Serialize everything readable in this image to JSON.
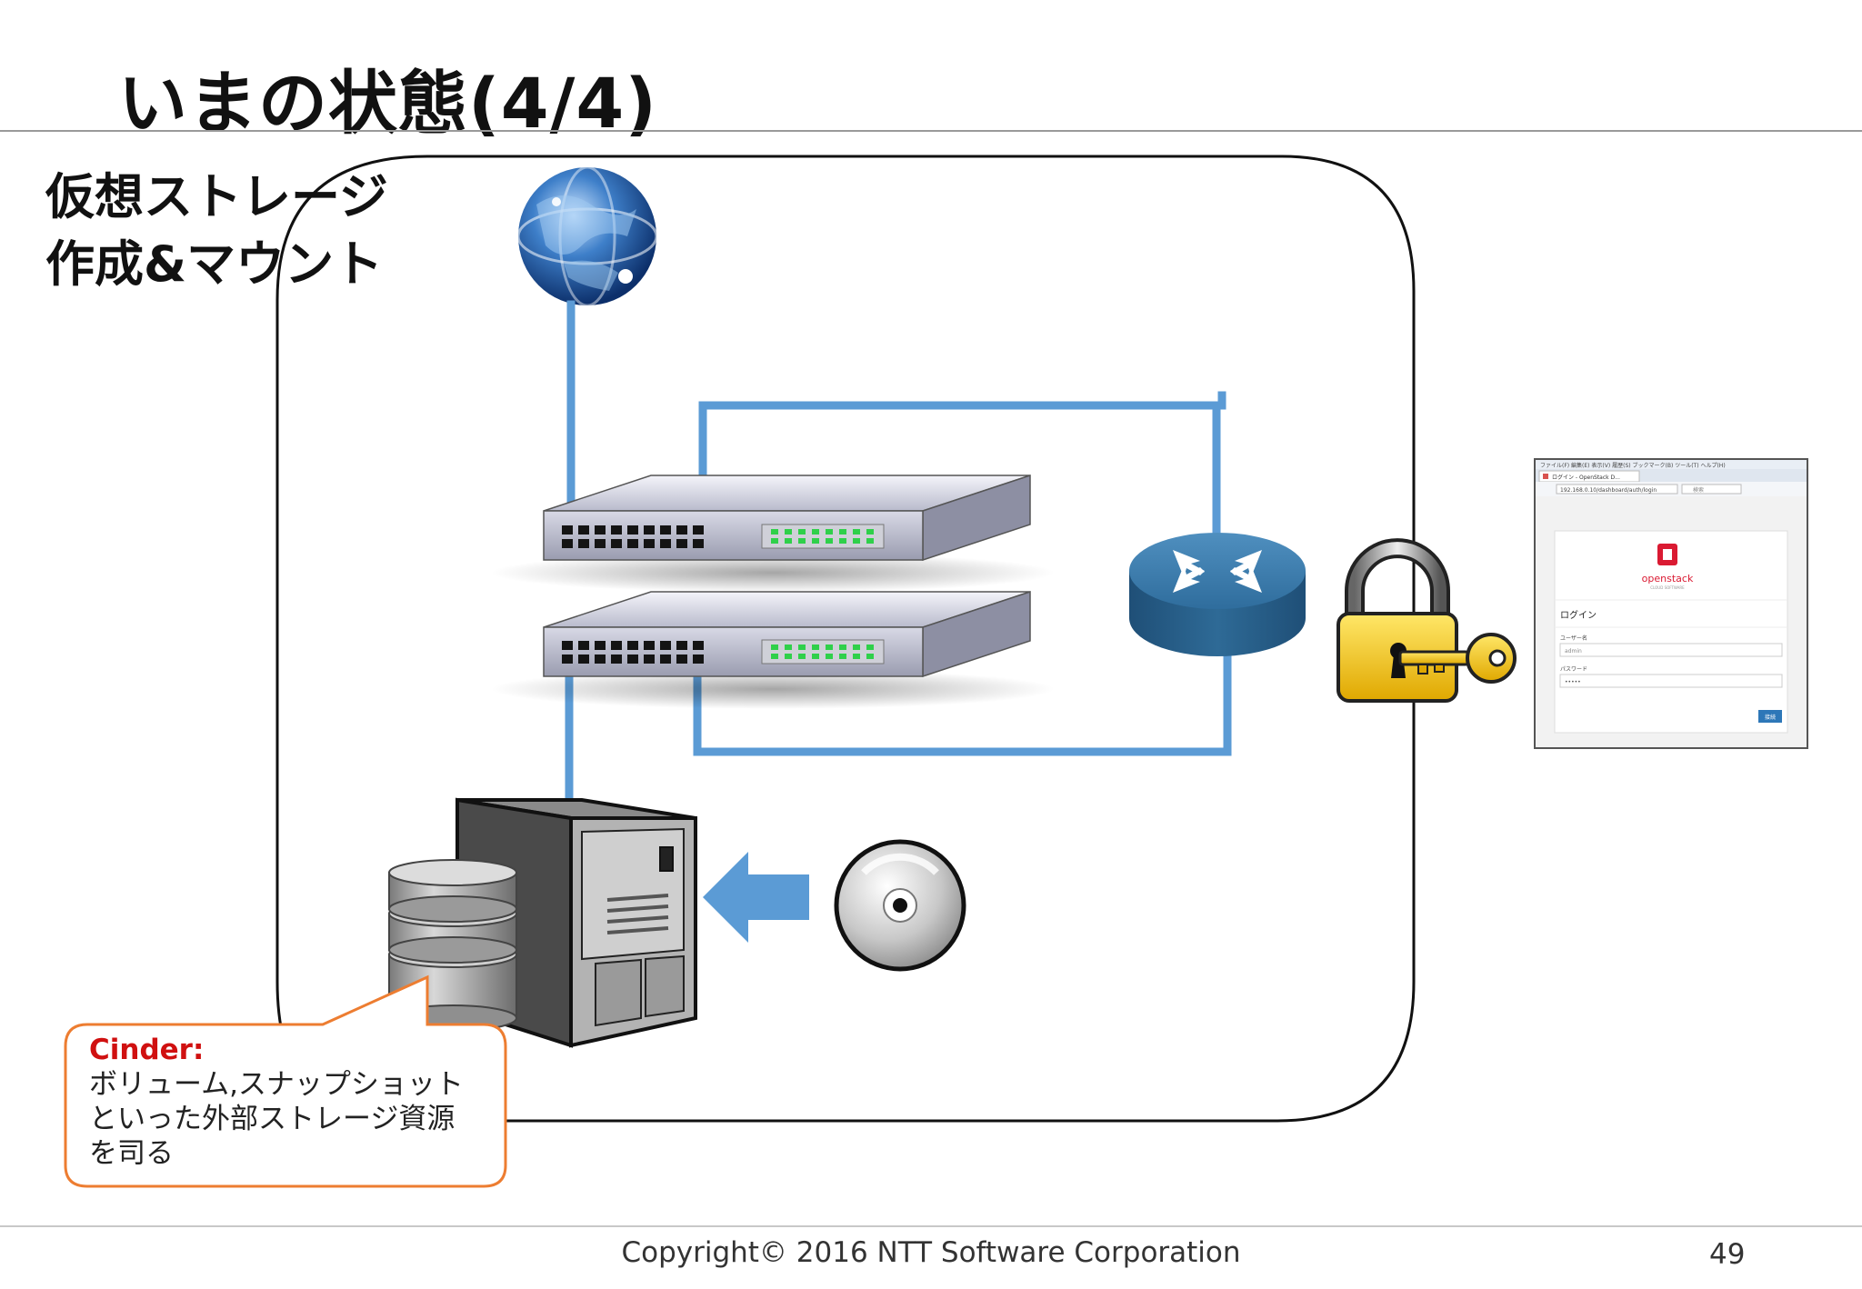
{
  "slide": {
    "title": "いまの状態(4/4)",
    "heading_line1": "仮想ストレージ",
    "heading_line2": "作成&マウント"
  },
  "callout": {
    "title": "Cinder:",
    "line1": "ボリューム,スナップショット",
    "line2": "といった外部ストレージ資源",
    "line3": "を司る"
  },
  "login_window": {
    "menu_bar": "ファイル(F)  編集(E)  表示(V)  履歴(S)  ブックマーク(B)  ツール(T)  ヘルプ(H)",
    "tab_label": "ログイン - OpenStack D...",
    "url": "192.168.0.10/dashboard/auth/login",
    "search_placeholder": "検索",
    "brand": "openstack",
    "brand_sub": "CLOUD SOFTWARE",
    "heading": "ログイン",
    "username_label": "ユーザー名",
    "username_value": "admin",
    "password_label": "パスワード",
    "password_value": "•••••",
    "submit_label": "接続"
  },
  "footer": {
    "copyright": "Copyright© 2016 NTT Software Corporation",
    "page_number": "49"
  },
  "colors": {
    "link_line": "#5b9bd5",
    "callout_border": "#ed7d31",
    "callout_title": "#d01010",
    "router": "#2e6a96",
    "lock_body": "#f5c518"
  },
  "icons": [
    "globe-icon",
    "switch-icon",
    "router-icon",
    "padlock-icon",
    "key-icon",
    "server-tower-icon",
    "database-icon",
    "disc-icon",
    "arrow-left-icon",
    "openstack-logo-icon"
  ]
}
